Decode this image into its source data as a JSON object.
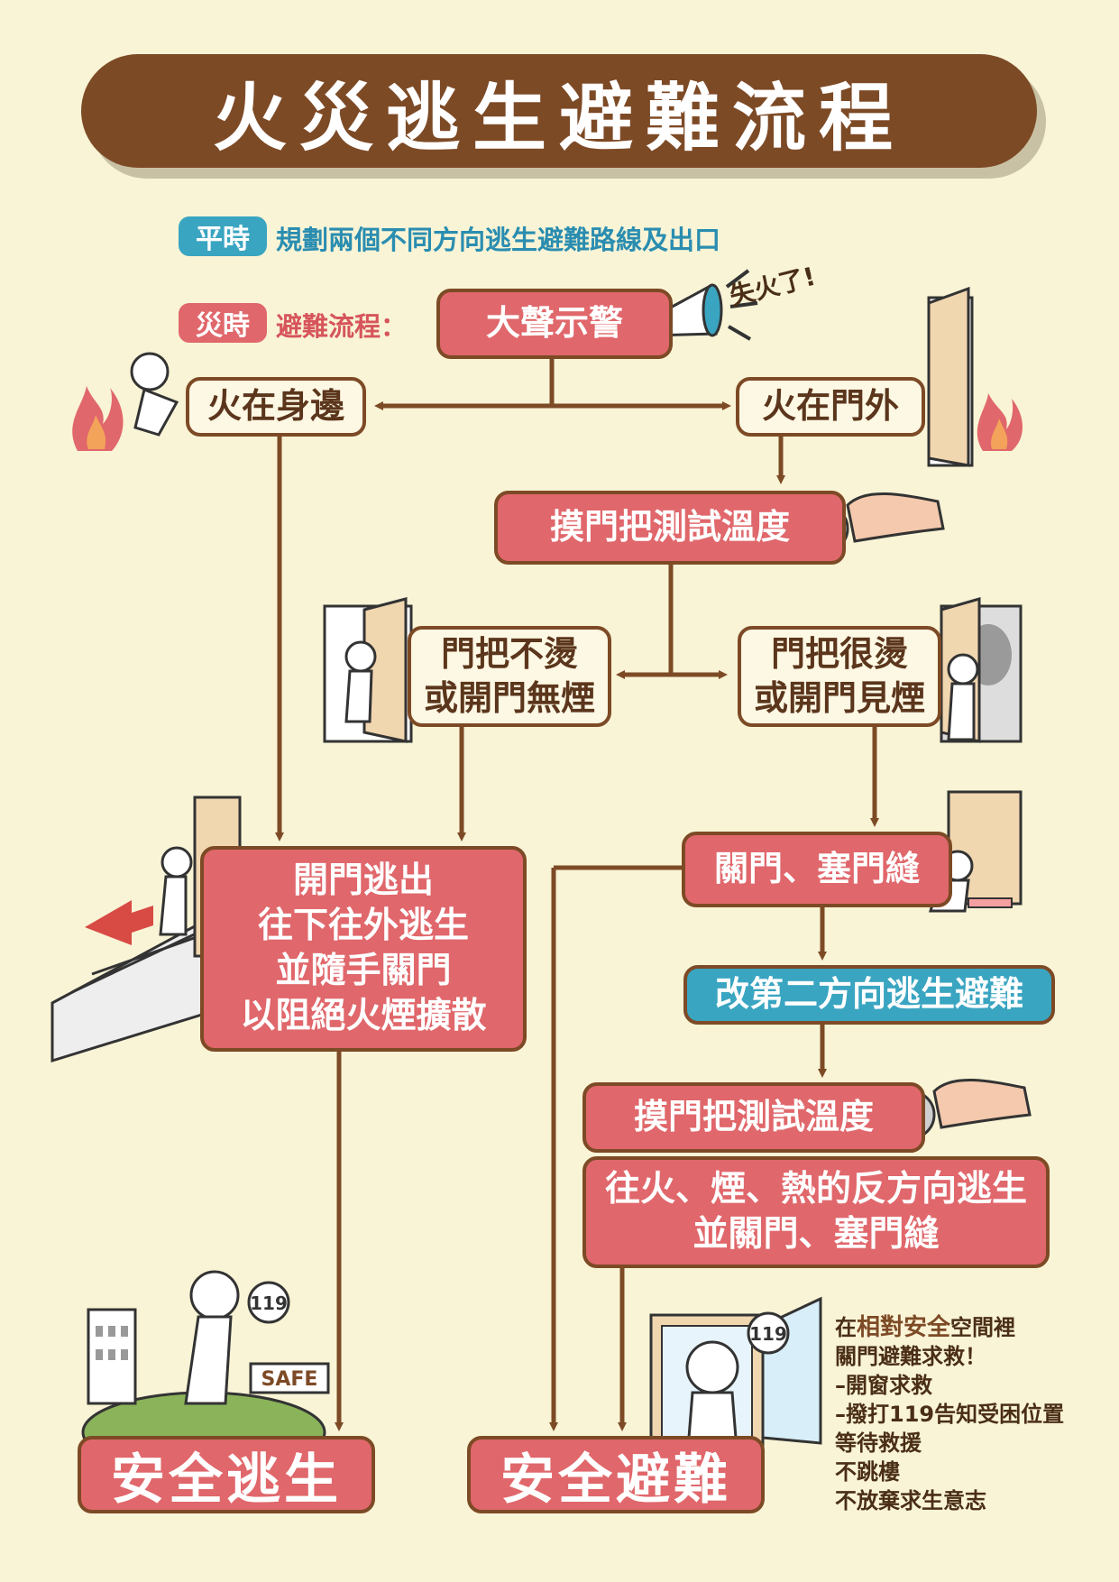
{
  "title": "火災逃生避難流程",
  "normal": {
    "tag": "平時",
    "text": "規劃兩個不同方向逃生避難路線及出口"
  },
  "fire_time": {
    "tag": "災時",
    "text": "避難流程："
  },
  "nodes": {
    "alarm": "大聲示警",
    "shout": "失火了!",
    "fire_near": "火在身邊",
    "fire_outside": "火在門外",
    "touch_knob_1": "摸門把測試溫度",
    "knob_cool": [
      "門把不燙",
      "或開門無煙"
    ],
    "knob_hot": [
      "門把很燙",
      "或開門見煙"
    ],
    "escape": [
      "開門逃出",
      "往下往外逃生",
      "並隨手關門",
      "以阻絕火煙擴散"
    ],
    "close_door": "關門、塞門縫",
    "second_route": "改第二方向逃生避難",
    "touch_knob_2": "摸門把測試溫度",
    "opposite": [
      "往火、煙、熱的反方向逃生",
      "並關門、塞門縫"
    ],
    "safe_escape": "安全逃生",
    "safe_refuge": "安全避難"
  },
  "refuge_info": {
    "line1_parts": [
      "在",
      "相對安全",
      "空間裡"
    ],
    "lines": [
      "關門避難求救！",
      "–開窗求救",
      "–撥打119告知受困位置",
      "等待救援",
      "不跳樓",
      "不放棄求生意志"
    ]
  },
  "sign_safe": "SAFE",
  "phone_number": "119",
  "colors": {
    "brown": "#7d4a26",
    "red": "#e0676b",
    "blue": "#3aa5c1",
    "cream": "#f9f4d6"
  }
}
